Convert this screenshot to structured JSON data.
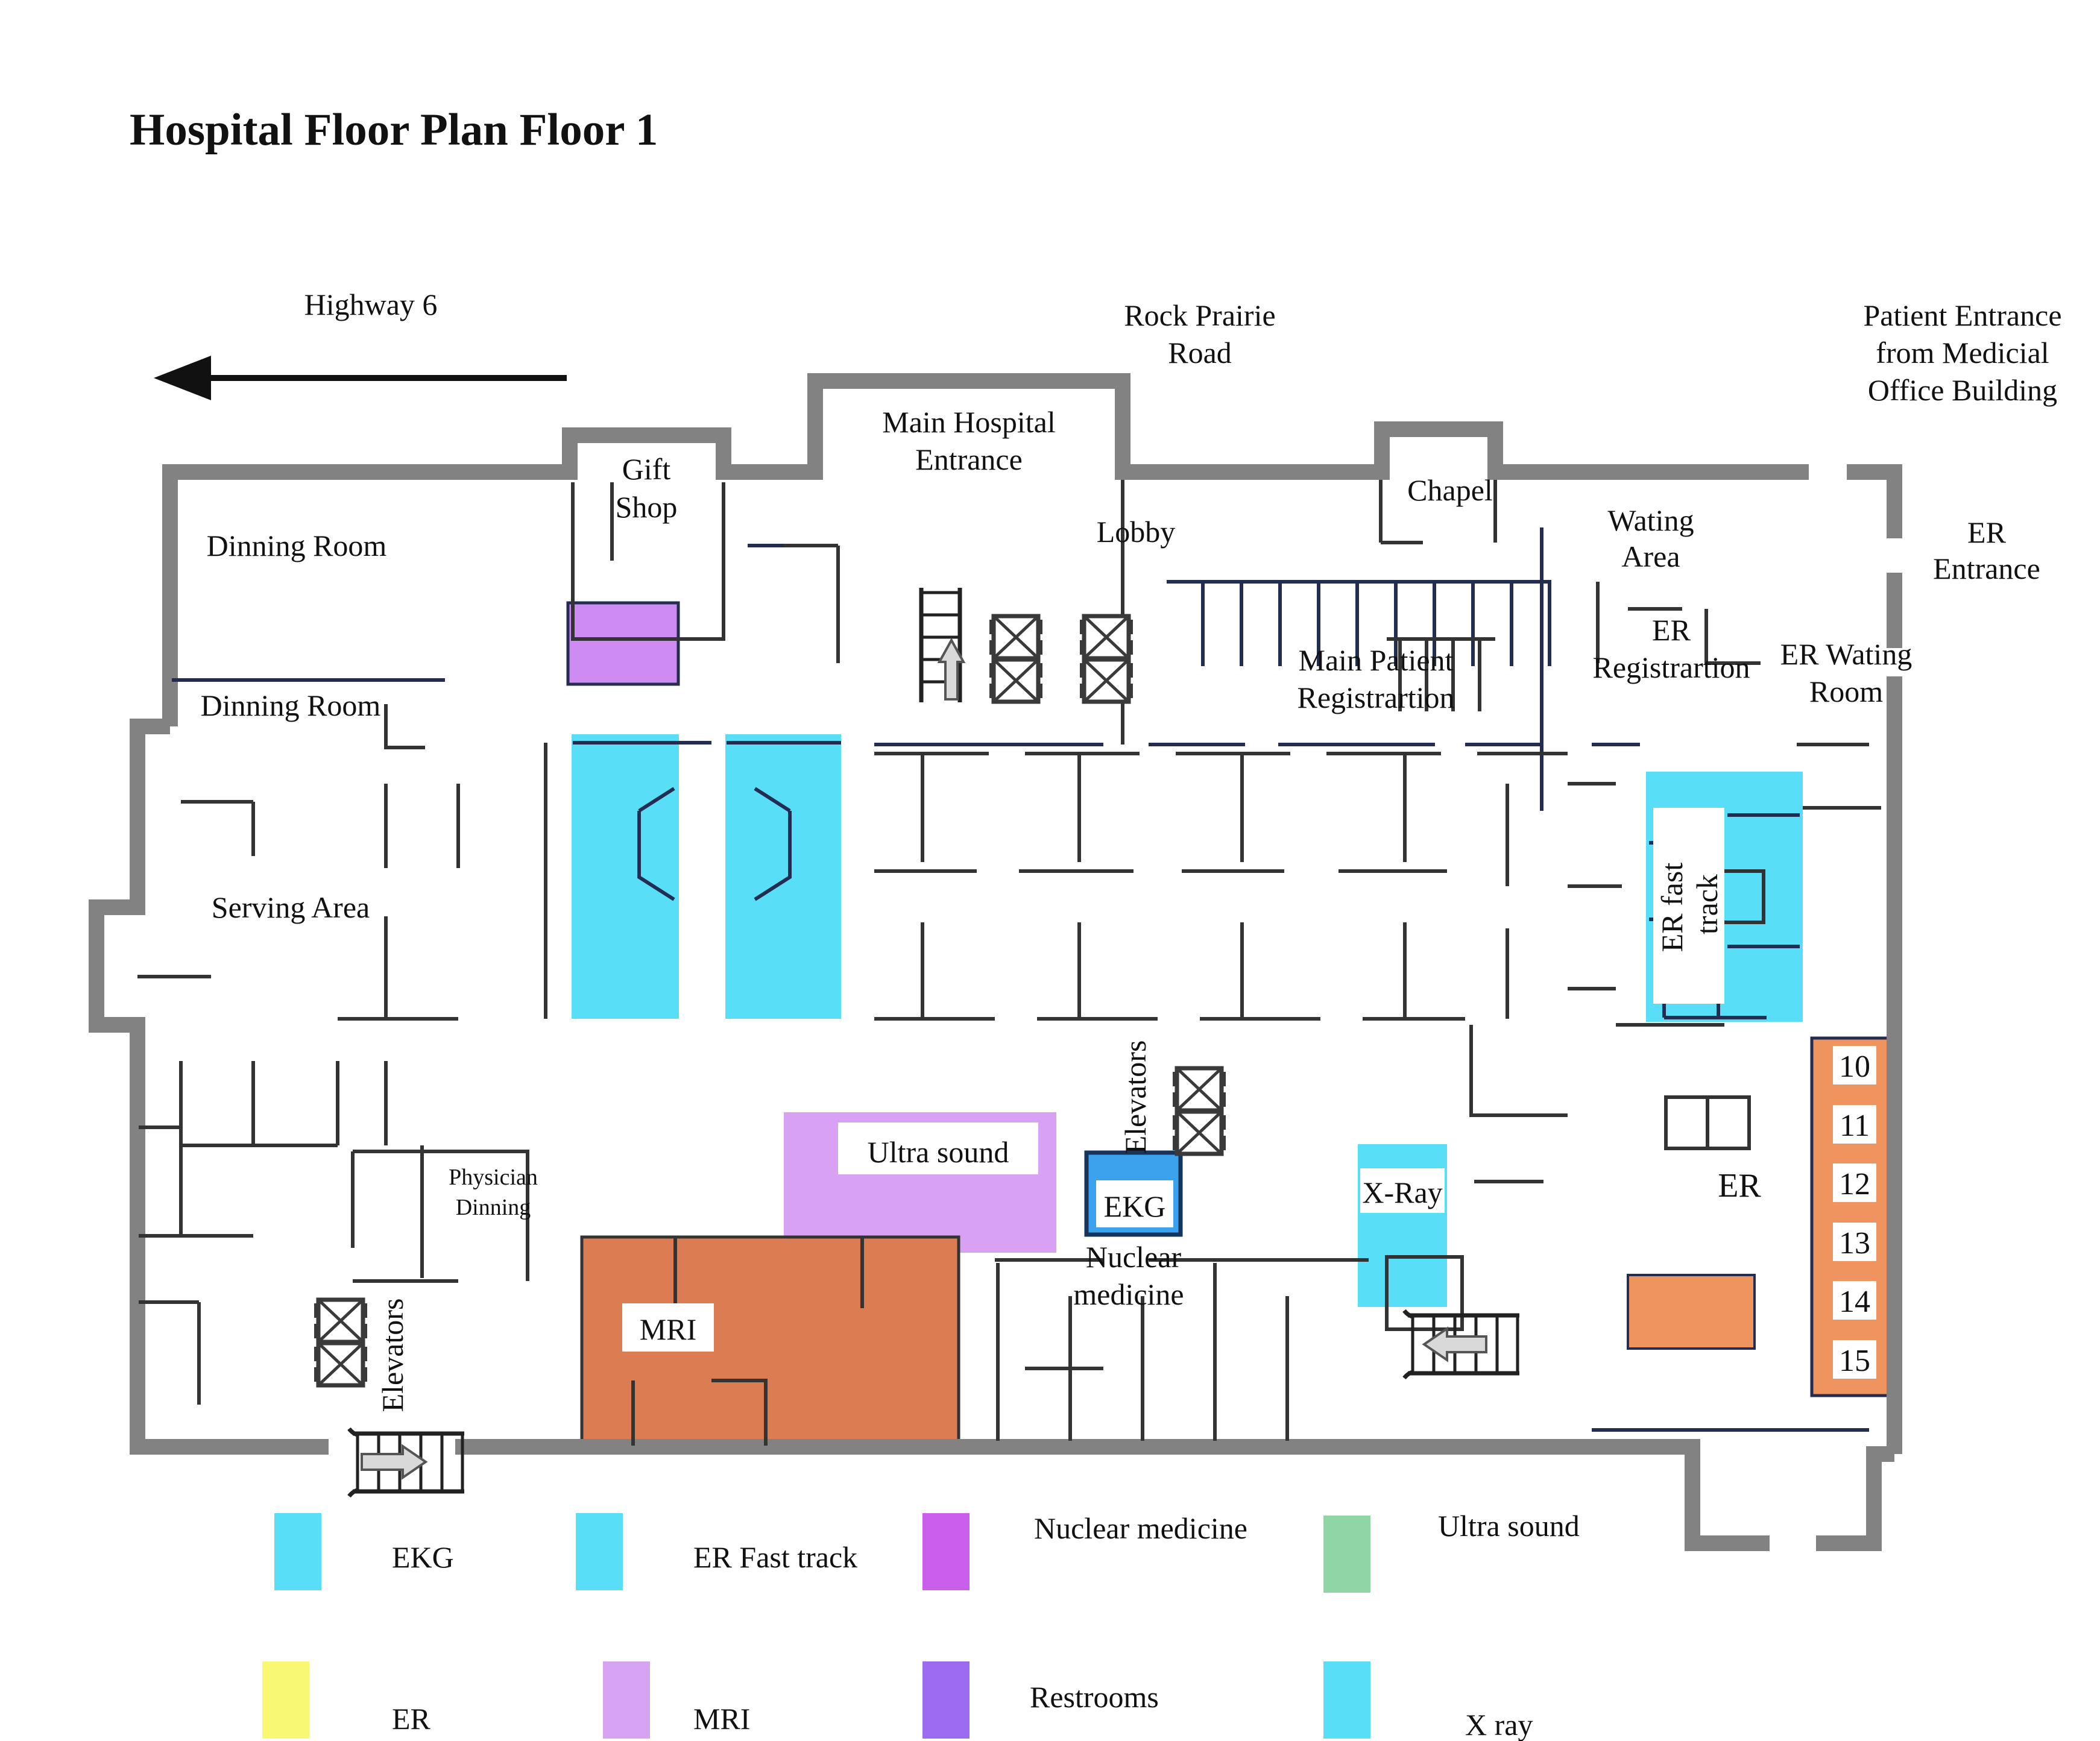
{
  "title": "Hospital Floor Plan Floor 1",
  "colors": {
    "wall_gray": "#828282",
    "line_navy": "#232d52",
    "line_black": "#333333",
    "cyan": "#59DEF8",
    "ekg_blue": "#3BA2EE",
    "orange": "#F0945F",
    "orange_dark": "#DC7C53",
    "purple_light": "#D9A1F3",
    "purple_box": "#CE8BF2",
    "legend_nuclear": "#C95FEA",
    "legend_restrooms": "#9B6CF0",
    "legend_yellow": "#F8F875",
    "legend_green": "#90D6A4",
    "legend_mri": "#D7A4F4",
    "arrow_gray": "#D9D9D9"
  },
  "labels": {
    "highway": "Highway 6",
    "rock_prairie_l1": "Rock Prairie",
    "rock_prairie_l2": "Road",
    "patient_entrance_l1": "Patient Entrance",
    "patient_entrance_l2": "from Medicial",
    "patient_entrance_l3": "Office Building",
    "main_entrance_l1": "Main Hospital",
    "main_entrance_l2": "Entrance",
    "gift_l1": "Gift",
    "gift_l2": "Shop",
    "chapel": "Chapel",
    "lobby": "Lobby",
    "wating_l1": "Wating",
    "wating_l2": "Area",
    "er_entrance_l1": "ER",
    "er_entrance_l2": "Entrance",
    "dinning_room_1": "Dinning Room",
    "dinning_room_2": "Dinning Room",
    "serving_area": "Serving Area",
    "main_patient_reg_l1": "Main Patient",
    "main_patient_reg_l2": "Registrartion",
    "er_reg_l1": "ER",
    "er_reg_l2": "Registrartion",
    "er_wating_l1": "ER Wating",
    "er_wating_l2": "Room",
    "er_fast_l1": "ER fast",
    "er_fast_l2": "track",
    "elevators": "Elevators",
    "physician_l1": "Physician",
    "physician_l2": "Dinning",
    "ultra_sound": "Ultra sound",
    "ekg": "EKG",
    "x_ray": "X-Ray",
    "er": "ER",
    "nuclear_l1": "Nuclear",
    "nuclear_l2": "medicine",
    "mri": "MRI",
    "rooms": [
      "10",
      "11",
      "12",
      "13",
      "14",
      "15"
    ]
  },
  "legend": {
    "items": [
      {
        "label": "EKG",
        "color": "#59DEF8"
      },
      {
        "label": "ER Fast track",
        "color": "#59DEF8"
      },
      {
        "label": "Nuclear medicine",
        "color": "#C95FEA"
      },
      {
        "label": "Ultra sound",
        "color": "#90D6A4"
      },
      {
        "label": "ER",
        "color": "#F8F875"
      },
      {
        "label": "MRI",
        "color": "#D7A4F4"
      },
      {
        "label": "Restrooms",
        "color": "#9B6CF0"
      },
      {
        "label": "X ray",
        "color": "#59DEF8"
      }
    ]
  }
}
